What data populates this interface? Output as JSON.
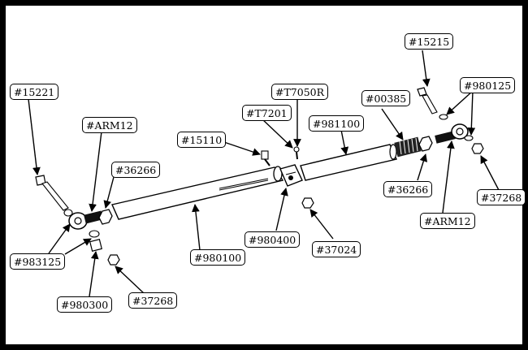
{
  "diagram": {
    "labels": {
      "p15215": "#15215",
      "p15221": "#15221",
      "p980125": "#980125",
      "pT7050R": "#T7050R",
      "p00385": "#00385",
      "pT7201": "#T7201",
      "p981100": "#981100",
      "pARM12_left": "#ARM12",
      "p15110": "#15110",
      "p36266_left": "#36266",
      "p36266_right": "#36266",
      "p37268_right": "#37268",
      "pARM12_right": "#ARM12",
      "p980400": "#980400",
      "p37024": "#37024",
      "p983125": "#983125",
      "p980100": "#980100",
      "p980300": "#980300",
      "p37268_left": "#37268"
    }
  }
}
